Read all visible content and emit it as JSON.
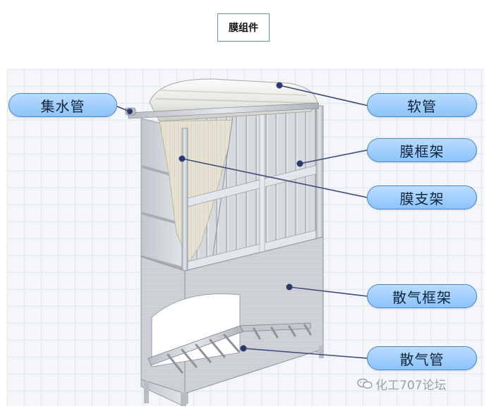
{
  "title": "膜组件",
  "labels": {
    "collector_pipe": "集水管",
    "hose": "软管",
    "membrane_frame": "膜框架",
    "membrane_support": "膜支架",
    "aeration_frame": "散气框架",
    "aeration_pipe": "散气管"
  },
  "watermark": "化工707论坛",
  "colors": {
    "label_fill": "#a6d0fd",
    "label_border": "#4c86c6",
    "leader_line": "#3e4a7a",
    "frame_metal": "#c9cdd3"
  },
  "icons": [
    "wechat-icon"
  ]
}
